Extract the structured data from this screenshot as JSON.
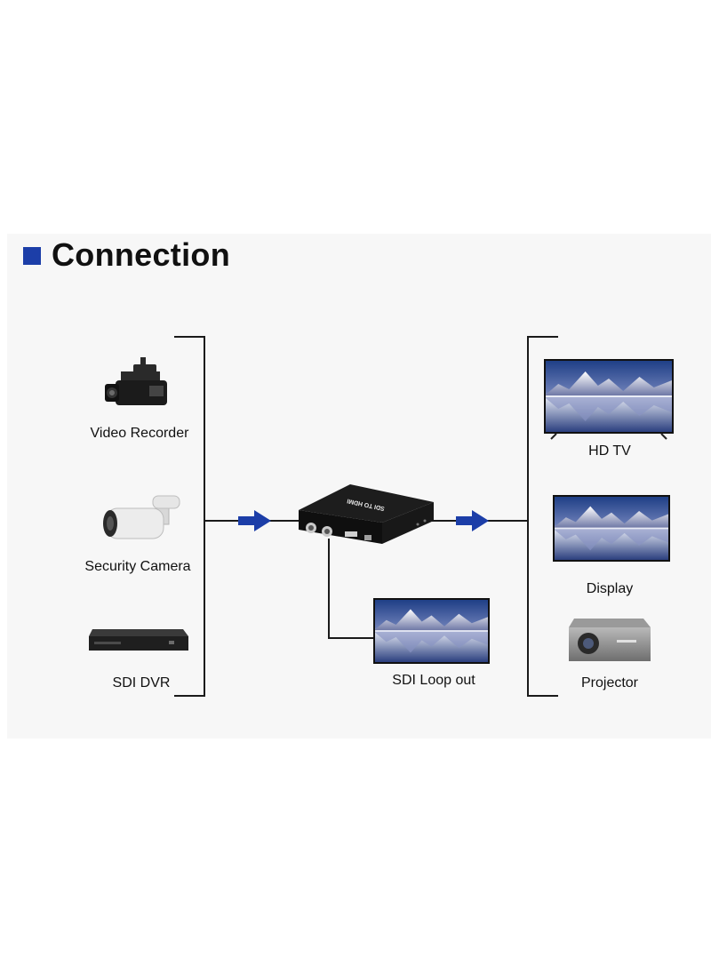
{
  "title": "Connection",
  "colors": {
    "accent": "#1c3ea8",
    "line": "#1a1a1a",
    "panel": "#f7f7f7"
  },
  "sources": [
    {
      "label": "Video Recorder",
      "icon": "video-recorder-icon"
    },
    {
      "label": "Security Camera",
      "icon": "security-camera-icon"
    },
    {
      "label": "SDI DVR",
      "icon": "sdi-dvr-icon"
    }
  ],
  "converter": {
    "device_text": "SDI TO HDMI",
    "icon": "sdi-to-hdmi-converter-icon"
  },
  "loop_out": {
    "label": "SDI Loop out",
    "icon": "monitor-icon"
  },
  "outputs": [
    {
      "label": "HD TV",
      "icon": "tv-icon"
    },
    {
      "label": "Display",
      "icon": "display-icon"
    },
    {
      "label": "Projector",
      "icon": "projector-icon"
    }
  ]
}
